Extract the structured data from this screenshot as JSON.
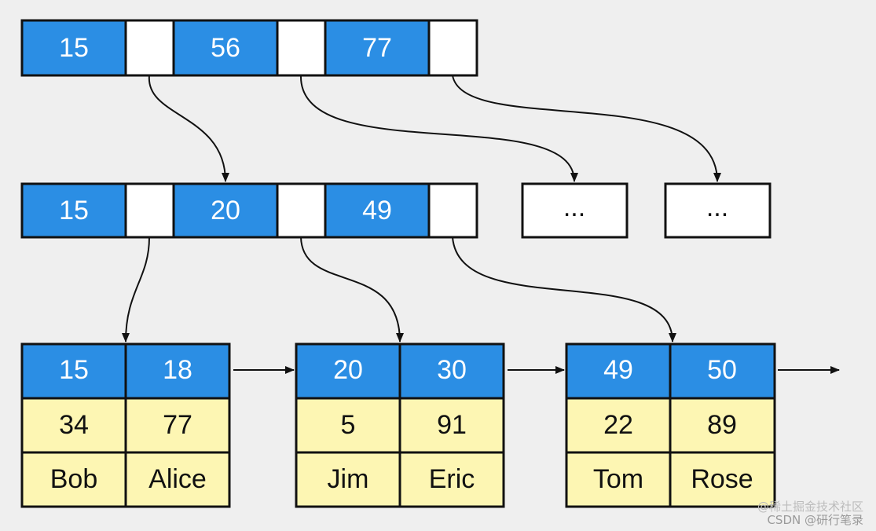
{
  "root": {
    "keys": [
      "15",
      "56",
      "77"
    ]
  },
  "inner": {
    "keys": [
      "15",
      "20",
      "49"
    ]
  },
  "placeholders": [
    "...",
    "..."
  ],
  "leaves": [
    {
      "keys": [
        "15",
        "18"
      ],
      "values": [
        "34",
        "77"
      ],
      "names": [
        "Bob",
        "Alice"
      ]
    },
    {
      "keys": [
        "20",
        "30"
      ],
      "values": [
        "5",
        "91"
      ],
      "names": [
        "Jim",
        "Eric"
      ]
    },
    {
      "keys": [
        "49",
        "50"
      ],
      "values": [
        "22",
        "89"
      ],
      "names": [
        "Tom",
        "Rose"
      ]
    }
  ],
  "watermark": {
    "line1": "@稀土掘金技术社区",
    "line2": "CSDN @研行笔录"
  },
  "colors": {
    "background": "#efefef",
    "key": "#2b8ee4",
    "pointer": "#ffffff",
    "value": "#fdf6b3",
    "line": "#111111"
  }
}
